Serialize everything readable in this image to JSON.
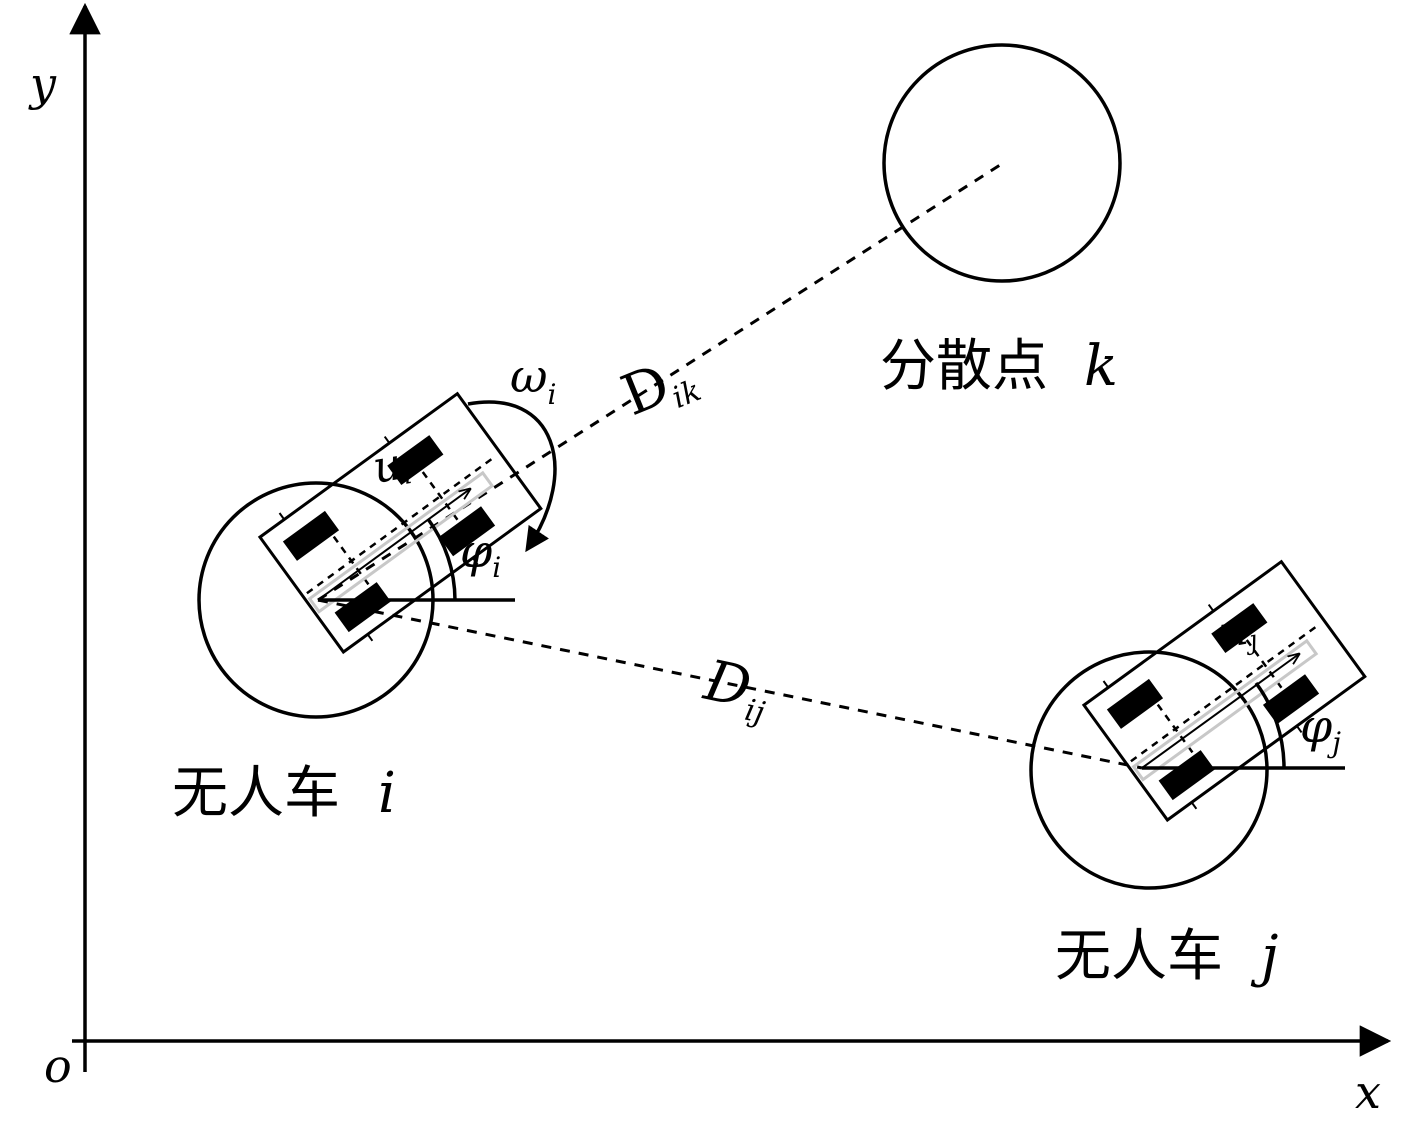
{
  "axes": {
    "x_label": "x",
    "y_label": "y",
    "origin_label": "o"
  },
  "dispersal_point": {
    "label_text": "分散点",
    "label_var": "k"
  },
  "vehicle_i": {
    "label_text": "无人车",
    "label_var": "i",
    "speed_sym": "u",
    "speed_sub": "i",
    "heading_sym": "φ",
    "heading_sub": "i",
    "angular_sym": "ω",
    "angular_sub": "i"
  },
  "vehicle_j": {
    "label_text": "无人车",
    "label_var": "j",
    "speed_sym": "u",
    "speed_sub": "j",
    "heading_sym": "φ",
    "heading_sub": "j"
  },
  "distance_ik": {
    "sym": "D",
    "sub": "ik"
  },
  "distance_ij": {
    "sym": "D",
    "sub": "ij"
  },
  "colors": {
    "line": "#000000",
    "ghost_outline": "#c8c8c8",
    "background": "#ffffff"
  }
}
